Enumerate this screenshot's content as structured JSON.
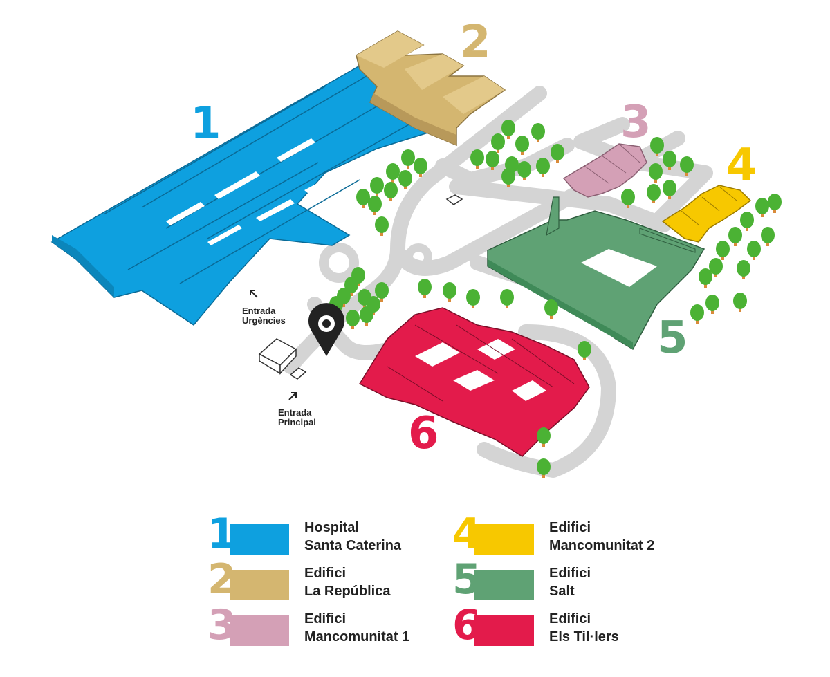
{
  "colors": {
    "b1": "#0ea0df",
    "b2": "#d4b670",
    "b3": "#d4a0b6",
    "b4": "#f7c800",
    "b5": "#5fa274",
    "b6": "#e31b4b",
    "road": "#d4d4d4",
    "tree": "#4bb234",
    "trunk": "#d98b3a"
  },
  "map": {
    "building_numbers": [
      "1",
      "2",
      "3",
      "4",
      "5",
      "6"
    ],
    "entrada_urgencies": [
      "Entrada",
      "Urgències"
    ],
    "entrada_principal": [
      "Entrada",
      "Principal"
    ],
    "marker_icon": "location-pin-icon"
  },
  "legend": [
    {
      "num": "1",
      "line1": "Hospital",
      "line2": "Santa Caterina",
      "color": "#0ea0df"
    },
    {
      "num": "2",
      "line1": "Edifici",
      "line2": "La República",
      "color": "#d4b670"
    },
    {
      "num": "3",
      "line1": "Edifici",
      "line2": "Mancomunitat 1",
      "color": "#d4a0b6"
    },
    {
      "num": "4",
      "line1": "Edifici",
      "line2": "Mancomunitat 2",
      "color": "#f7c800"
    },
    {
      "num": "5",
      "line1": "Edifici",
      "line2": "Salt",
      "color": "#5fa274"
    },
    {
      "num": "6",
      "line1": "Edifici",
      "line2": "Els Til·lers",
      "color": "#e31b4b"
    }
  ]
}
